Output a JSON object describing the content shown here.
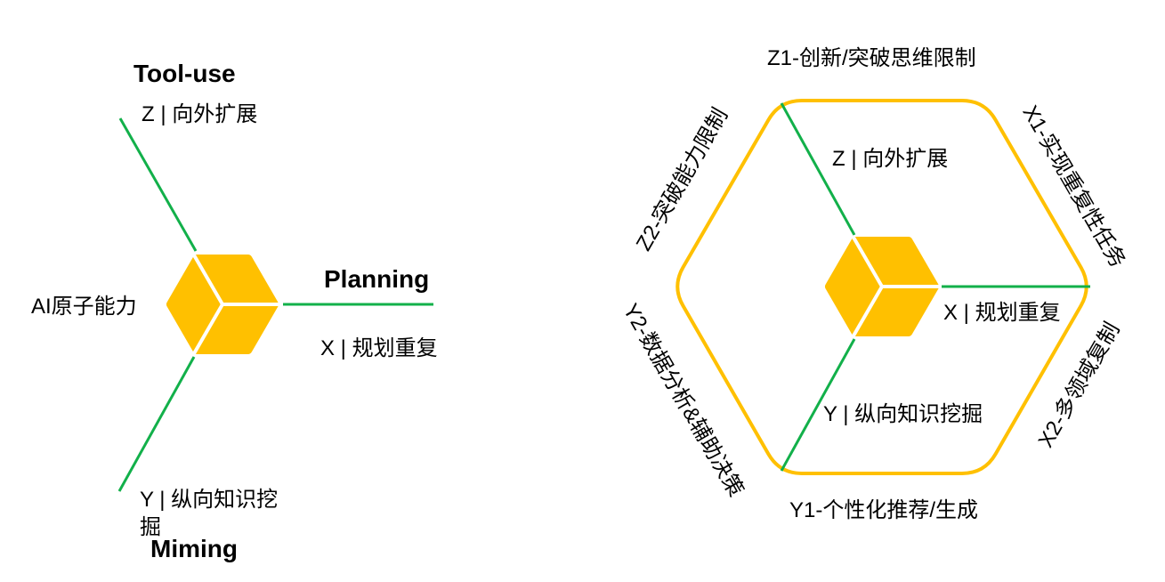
{
  "left_diagram": {
    "center_label": "AI原子能力",
    "axes": {
      "z": {
        "title": "Tool-use",
        "label": "Z | 向外扩展"
      },
      "x": {
        "title": "Planning",
        "label": "X | 规划重复"
      },
      "y": {
        "title": "Miming",
        "label": "Y | 纵向知识挖掘"
      }
    }
  },
  "right_diagram": {
    "axis_labels": {
      "z": "Z | 向外扩展",
      "x": "X | 规划重复",
      "y": "Y | 纵向知识挖掘"
    },
    "edge_labels": {
      "z1": "Z1-创新/突破思维限制",
      "z2": "Z2-突破能力限制",
      "x1": "X1-实现重复性任务",
      "x2": "X2-多领域复制",
      "y1": "Y1-个性化推荐/生成",
      "y2": "Y2-数据分析&辅助决策"
    }
  },
  "colors": {
    "cube": "#FFC000",
    "cube_divider": "#FFFFFF",
    "axis_line": "#12B04A",
    "outline": "#FFC000",
    "text": "#000000"
  }
}
